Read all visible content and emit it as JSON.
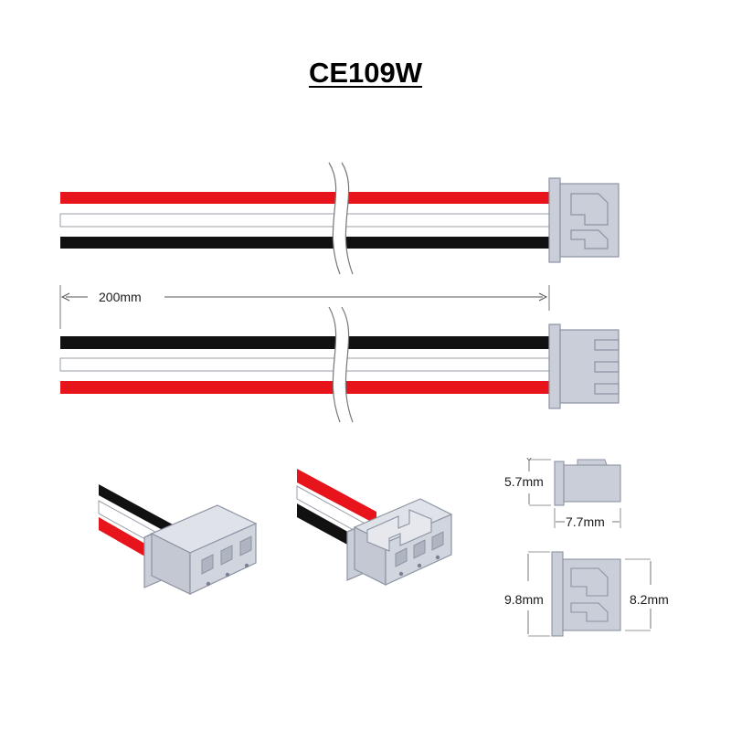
{
  "title": "CE109W",
  "colors": {
    "wire_red": "#e8141c",
    "wire_white": "#ffffff",
    "wire_black": "#111111",
    "housing_fill": "#c9ced8",
    "housing_edge": "#8c93a3",
    "dimension_line": "#555555"
  },
  "dimensions": {
    "cable_length": "200mm",
    "connector_height": "5.7mm",
    "connector_depth": "7.7mm",
    "connector_width_outer": "9.8mm",
    "connector_width_inner": "8.2mm"
  }
}
